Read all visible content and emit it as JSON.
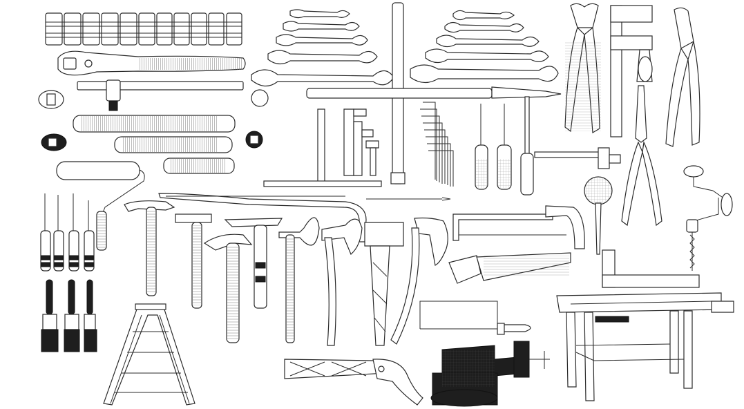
{
  "scene": {
    "background": "#ffffff",
    "line_color": "#2a2a2a",
    "dark_fill": "#1e1e1e",
    "style": "wireframe tool collection"
  },
  "tools": [
    {
      "name": "sockets-row",
      "icon": "socket-icon"
    },
    {
      "name": "ratchet",
      "icon": "ratchet-icon"
    },
    {
      "name": "extension-bars",
      "icon": "extension-bar-icon"
    },
    {
      "name": "paint-roller",
      "icon": "paint-roller-icon"
    },
    {
      "name": "combination-wrenches-left",
      "icon": "wrench-icon"
    },
    {
      "name": "combination-wrenches-right",
      "icon": "wrench-icon"
    },
    {
      "name": "lug-wrench",
      "icon": "cross-wrench-icon"
    },
    {
      "name": "hex-keys",
      "icon": "allen-key-icon"
    },
    {
      "name": "pliers",
      "icon": "pliers-icon"
    },
    {
      "name": "bar-clamp",
      "icon": "clamp-icon"
    },
    {
      "name": "screwdrivers",
      "icon": "screwdriver-icon"
    },
    {
      "name": "paint-brushes",
      "icon": "paint-brush-icon"
    },
    {
      "name": "hammers",
      "icon": "hammer-icon"
    },
    {
      "name": "axes",
      "icon": "axe-icon"
    },
    {
      "name": "crowbar",
      "icon": "crowbar-icon"
    },
    {
      "name": "hacksaw",
      "icon": "hacksaw-icon"
    },
    {
      "name": "hand-saw",
      "icon": "saw-icon"
    },
    {
      "name": "coping-saw",
      "icon": "coping-saw-icon"
    },
    {
      "name": "bench-vise",
      "icon": "vise-icon"
    },
    {
      "name": "step-ladder",
      "icon": "ladder-icon"
    },
    {
      "name": "workbench",
      "icon": "workbench-icon"
    },
    {
      "name": "hand-drill",
      "icon": "brace-drill-icon"
    },
    {
      "name": "try-square",
      "icon": "square-icon"
    },
    {
      "name": "awl",
      "icon": "awl-icon"
    },
    {
      "name": "folding-saw",
      "icon": "folding-saw-icon"
    }
  ]
}
